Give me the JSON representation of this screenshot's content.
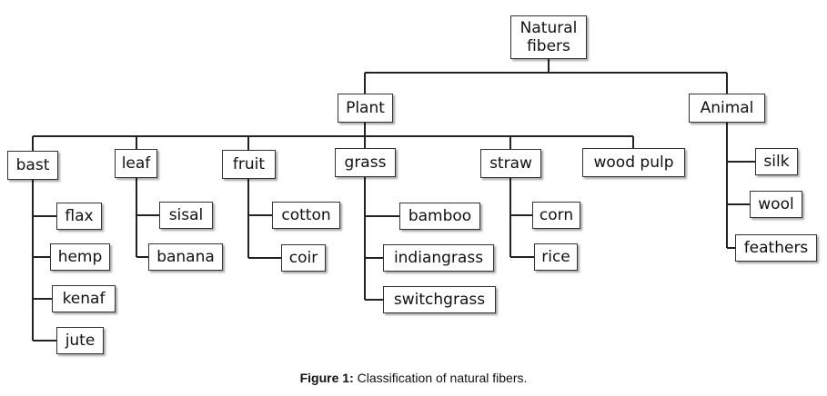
{
  "root": "Natural\nfibers",
  "categories": {
    "plant": "Plant",
    "animal": "Animal"
  },
  "plant_groups": {
    "bast": {
      "label": "bast",
      "items": [
        "flax",
        "hemp",
        "kenaf",
        "jute"
      ]
    },
    "leaf": {
      "label": "leaf",
      "items": [
        "sisal",
        "banana"
      ]
    },
    "fruit": {
      "label": "fruit",
      "items": [
        "cotton",
        "coir"
      ]
    },
    "grass": {
      "label": "grass",
      "items": [
        "bamboo",
        "indiangrass",
        "switchgrass"
      ]
    },
    "straw": {
      "label": "straw",
      "items": [
        "corn",
        "rice"
      ]
    },
    "wood_pulp": {
      "label": "wood pulp"
    }
  },
  "animal_items": [
    "silk",
    "wool",
    "feathers"
  ],
  "caption": {
    "label": "Figure 1:",
    "text": "Classification of natural fibers."
  }
}
